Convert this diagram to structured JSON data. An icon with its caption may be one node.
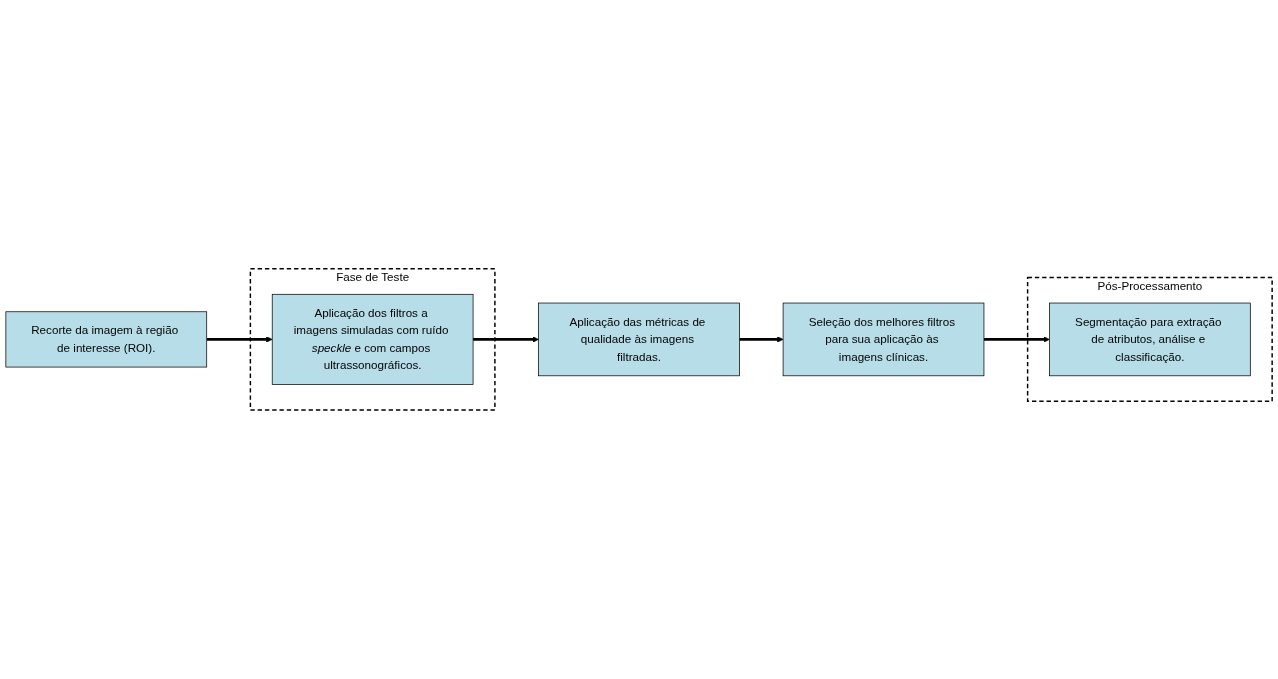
{
  "diagram": {
    "nodes": [
      {
        "text": [
          "Recorte da imagem à região de interesse (ROI)."
        ]
      },
      {
        "text": [
          "Fase de Teste"
        ]
      },
      {
        "text": [
          "Aplicação dos filtros a imagens simuladas com ruído *speckle* e com campos ultrassonográficos."
        ],
        "in": 1
      },
      {
        "text": [
          "Aplicação das métricas de qualidade às imagens filtradas."
        ]
      },
      {
        "text": [
          "Seleção dos melhores filtros para sua aplicação às imagens clínicas."
        ]
      },
      {
        "text": [
          "Pós-Processamento"
        ]
      },
      {
        "text": [
          "Segmentação para extração de atributos, análise e classificação."
        ],
        "in": 5
      }
    ],
    "edges": [
      {
        "from": 0,
        "to": 2,
        "arrow": "to"
      },
      {
        "from": 2,
        "to": 3,
        "arrow": "to"
      },
      {
        "from": 3,
        "to": 4,
        "arrow": "to"
      },
      {
        "from": 4,
        "to": 6,
        "arrow": "to"
      }
    ]
  }
}
